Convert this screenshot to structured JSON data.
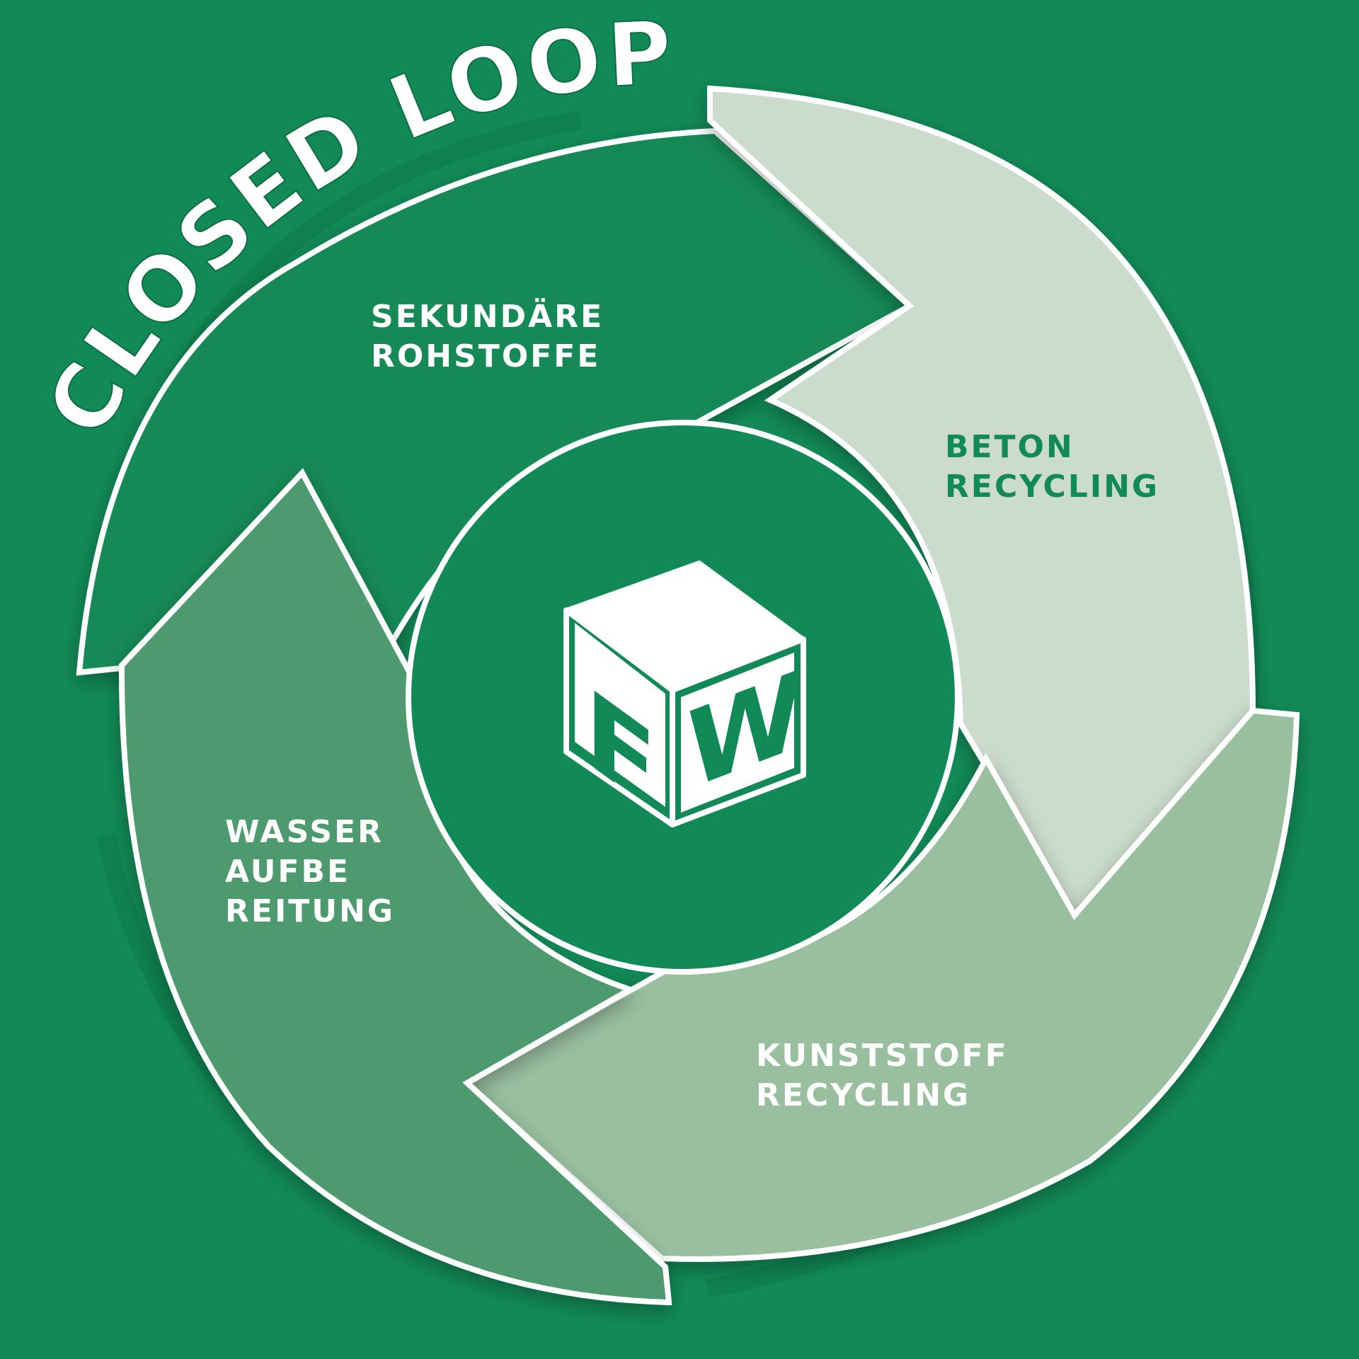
{
  "title": "CLOSED LOOP",
  "segments": [
    {
      "id": "sekundaere-rohstoffe",
      "lines": [
        "SEKUNDÄRE",
        "ROHSTOFFE"
      ]
    },
    {
      "id": "beton-recycling",
      "lines": [
        "BETON",
        "RECYCLING"
      ]
    },
    {
      "id": "kunststoff-recycling",
      "lines": [
        "KUNSTSTOFF",
        "RECYCLING"
      ]
    },
    {
      "id": "wasser-aufbereitung",
      "lines": [
        "WASSER",
        "AUFBE",
        "REITUNG"
      ]
    }
  ],
  "logo": {
    "letters": [
      "F",
      "W"
    ]
  },
  "colors": {
    "background": "#128a57",
    "dark_green": "#128a57",
    "light_green": "#cbdccc",
    "mid_light_green": "#99bf9f",
    "mid_green": "#4d9a6e",
    "outline": "#ffffff"
  }
}
